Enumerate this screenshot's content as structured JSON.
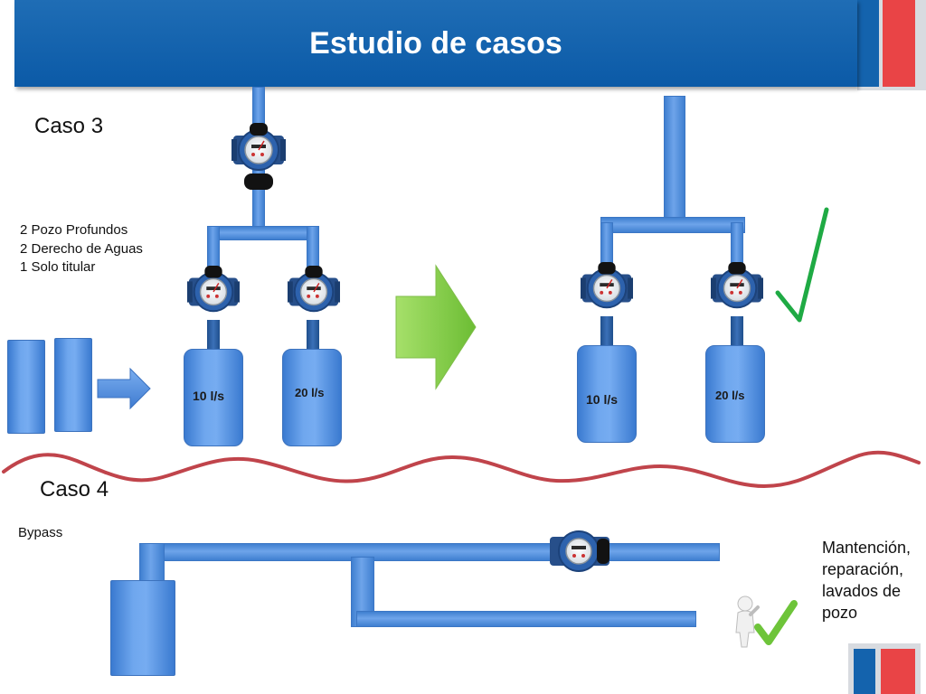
{
  "header": {
    "title": "Estudio de casos"
  },
  "caso3": {
    "title": "Caso 3",
    "notes": [
      "2 Pozo Profundos",
      "2 Derecho de Aguas",
      "1 Solo titular"
    ],
    "before": {
      "tank_labels": [
        "10 l/s",
        "20 l/s"
      ]
    },
    "after": {
      "tank_labels": [
        "10 l/s",
        "20 l/s"
      ]
    }
  },
  "caso4": {
    "title": "Caso 4",
    "bypass_label": "Bypass",
    "notes": [
      "Mantención,",
      "reparación,",
      "lavados de",
      "pozo"
    ]
  },
  "colors": {
    "header_blue": "#0b5aa7",
    "pipe_blue": "#4a88d8",
    "accent_red": "#e94446",
    "wave_red": "#c0444b",
    "arrow_green": "#8ed24a",
    "check_green": "#1faa44"
  },
  "icons": [
    "water-meter-icon",
    "check-mark-icon",
    "person-check-icon",
    "flow-arrow-icon"
  ]
}
